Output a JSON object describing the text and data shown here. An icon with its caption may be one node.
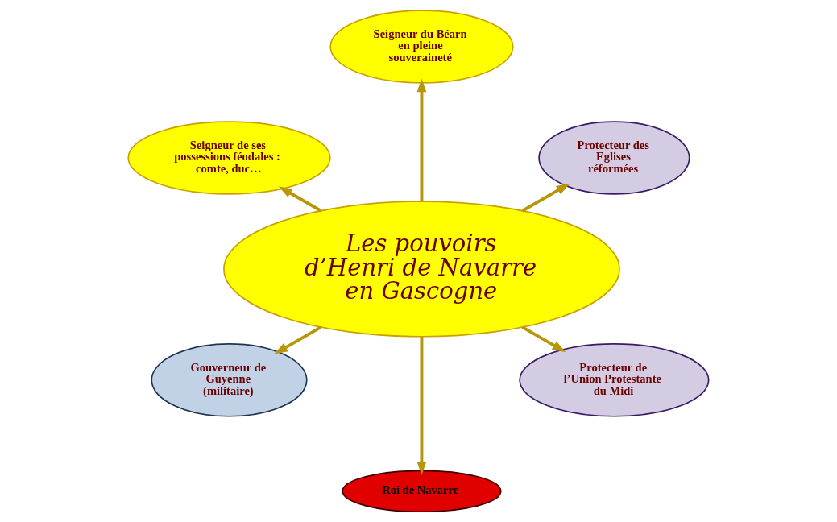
{
  "diagram": {
    "nodes": [
      {
        "text": [
          "Seigneur du Béarn en pleine souveraineté"
        ]
      },
      {
        "text": [
          "Seigneur de ses possessions féodales : comte, duc…"
        ]
      },
      {
        "text": [
          "Les pouvoirs d’Henri de Navarre en Gascogne"
        ]
      },
      {
        "text": [
          "Protecteur des Eglises réformées"
        ]
      },
      {
        "text": [
          "Protecteur de l’Union Protestante du Midi"
        ]
      },
      {
        "text": [
          "Gouverneur de Guyenne (militaire)"
        ]
      },
      {
        "text": [
          "Roi de Navarre"
        ]
      }
    ],
    "edges": [
      {
        "from": 2,
        "to": 0,
        "arrow": "to"
      },
      {
        "from": 2,
        "to": 1,
        "arrow": "to"
      },
      {
        "from": 2,
        "to": 3,
        "arrow": "to"
      },
      {
        "from": 2,
        "to": 4,
        "arrow": "to"
      },
      {
        "from": 2,
        "to": 5,
        "arrow": "to"
      },
      {
        "from": 2,
        "to": 6,
        "arrow": "to"
      }
    ]
  }
}
